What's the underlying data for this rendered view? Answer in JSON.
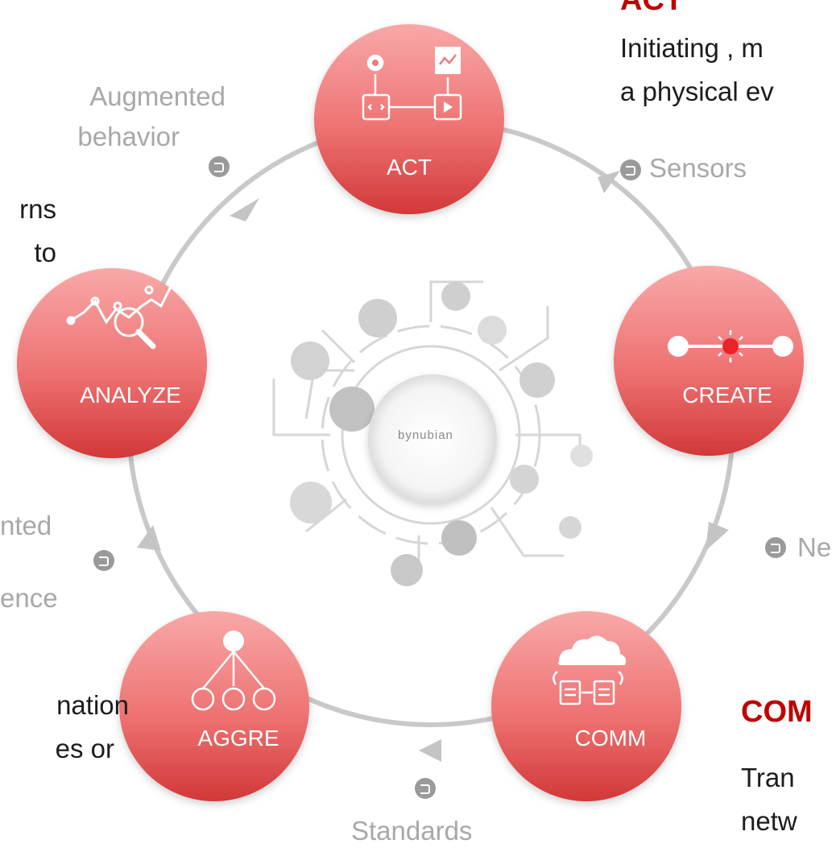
{
  "colors": {
    "node_fill_top": "#f6a3a3",
    "node_fill_bottom": "#d43a3a",
    "heading_red": "#c00000",
    "connector_gray": "#c8c8c8",
    "caption_gray": "#a8a8a8"
  },
  "nodes": {
    "act": {
      "label": "ACT",
      "icon": "gear-monitor-workflow-icon"
    },
    "create": {
      "label": "CREATE",
      "icon": "sun-line-connector-icon"
    },
    "comm": {
      "label": "COMM",
      "icon": "cloud-document-exchange-icon"
    },
    "aggre": {
      "label": "AGGRE",
      "icon": "tree-aggregation-icon"
    },
    "analyze": {
      "label": "ANALYZE",
      "icon": "chart-magnifier-icon"
    }
  },
  "connectors": {
    "augmented_behavior": [
      "Augmented",
      "behavior"
    ],
    "sensors": "Sensors",
    "network_partial": "Ne",
    "augmented_intelligence_partial": [
      "nted",
      "ence"
    ],
    "standards": "Standards"
  },
  "side_text": {
    "act_heading_partial": "ACT",
    "act_desc": [
      "Initiating , m",
      "a physical ev"
    ],
    "left_top_partial": [
      "rns",
      "to"
    ],
    "left_bottom_partial": [
      "nation",
      "es or"
    ],
    "comm_heading_partial": "COM",
    "comm_desc": [
      "Tran",
      "netw"
    ]
  },
  "center": {
    "brand": "bynubian"
  }
}
